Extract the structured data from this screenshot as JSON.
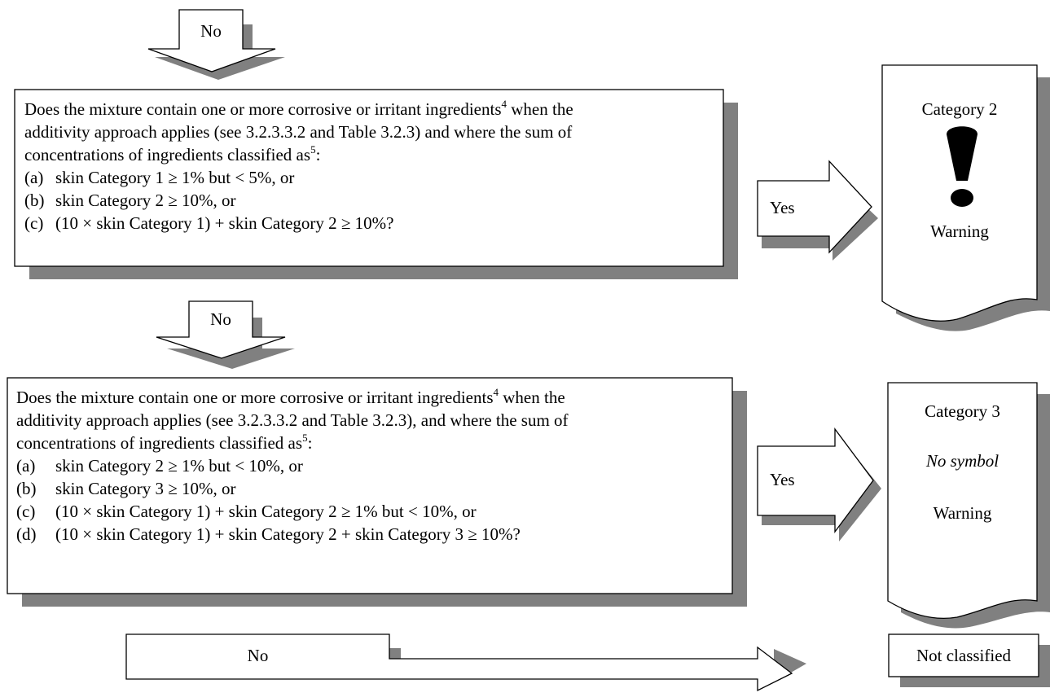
{
  "arrows": {
    "no_top": "No",
    "no_middle": "No",
    "no_bottom": "No",
    "yes_1": "Yes",
    "yes_2": "Yes"
  },
  "question_1": {
    "line1_pre": "Does the mixture contain one or more corrosive or irritant ingredients",
    "line1_sup": "4",
    "line1_post": " when the",
    "line2": "additivity approach applies (see 3.2.3.3.2 and Table 3.2.3) and where the sum of",
    "line3_pre": "concentrations of ingredients classified as",
    "line3_sup": "5",
    "line3_post": ":",
    "items": [
      {
        "marker": "(a)",
        "text": "skin Category 1 ≥ 1% but < 5%, or"
      },
      {
        "marker": "(b)",
        "text": "skin Category 2 ≥ 10%, or"
      },
      {
        "marker": "(c)",
        "text": "(10 × skin Category 1) + skin Category 2 ≥ 10%?"
      }
    ]
  },
  "question_2": {
    "line1_pre": "Does the mixture contain one or more corrosive or irritant ingredients",
    "line1_sup": "4",
    "line1_post": " when the",
    "line2": "additivity approach applies (see 3.2.3.3.2 and Table 3.2.3), and where the sum of",
    "line3_pre": "concentrations of ingredients classified as",
    "line3_sup": "5",
    "line3_post": ":",
    "items": [
      {
        "marker": "(a)",
        "text": "skin Category 2 ≥ 1% but < 10%, or"
      },
      {
        "marker": "(b)",
        "text": "skin Category 3 ≥ 10%, or"
      },
      {
        "marker": "(c)",
        "text": "(10 × skin Category 1) + skin Category 2 ≥ 1% but < 10%, or"
      },
      {
        "marker": "(d)",
        "text": "(10 × skin Category 1) + skin Category 2 + skin Category 3 ≥ 10%?"
      }
    ]
  },
  "result_1": {
    "title": "Category 2",
    "signal": "Warning",
    "symbol": "exclamation-mark-icon"
  },
  "result_2": {
    "title": "Category 3",
    "symbol_text": "No symbol",
    "signal": "Warning"
  },
  "result_3": {
    "title": "Not classified"
  },
  "colors": {
    "shadow": "#808080",
    "stroke": "#000000",
    "fill": "#ffffff"
  }
}
